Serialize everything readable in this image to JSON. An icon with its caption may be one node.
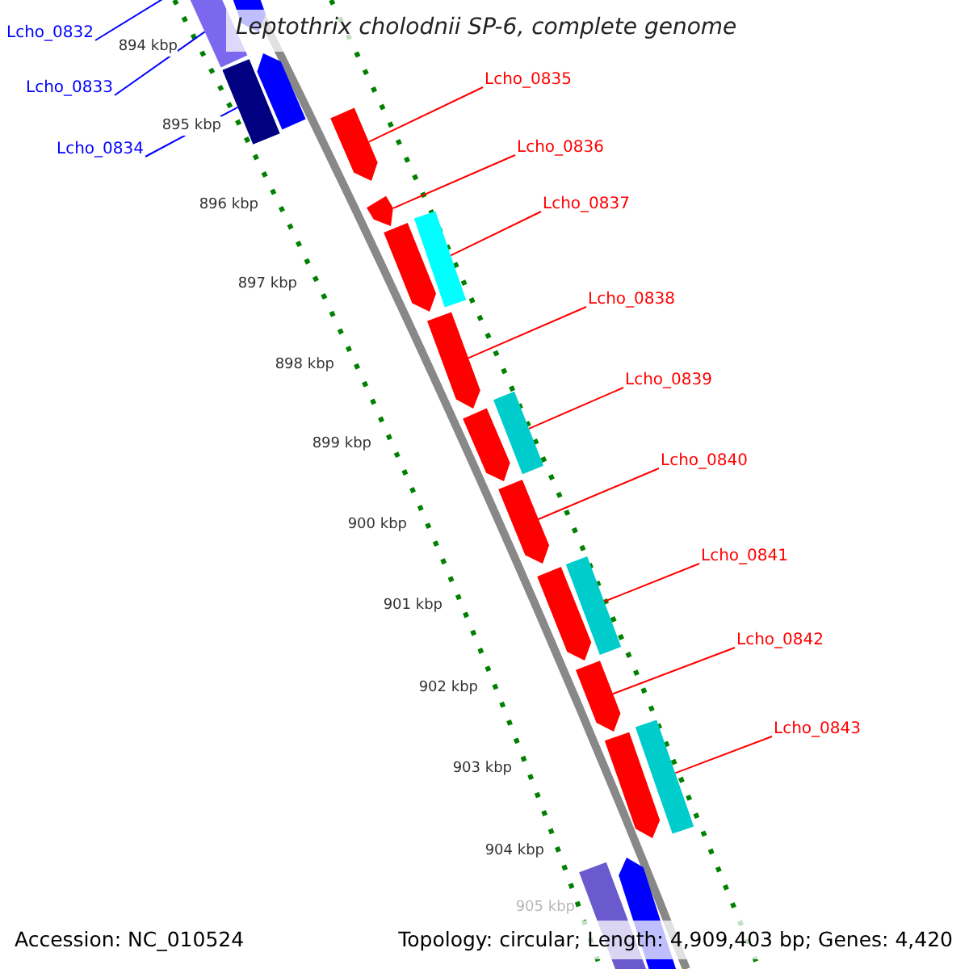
{
  "diagram": {
    "title": "Leptothrix cholodnii SP-6, complete genome",
    "nodes": [
      {
        "text": [
          "Lcho_0832"
        ]
      },
      {
        "text": [
          "Lcho_0833"
        ]
      },
      {
        "text": [
          "Lcho_0834"
        ]
      },
      {
        "text": [
          "Lcho_0835"
        ]
      },
      {
        "text": [
          "Lcho_0836"
        ]
      },
      {
        "text": [
          "Lcho_0837"
        ]
      },
      {
        "text": [
          "Lcho_0838"
        ]
      },
      {
        "text": [
          "Lcho_0839"
        ]
      },
      {
        "text": [
          "Lcho_0840"
        ]
      },
      {
        "text": [
          "Lcho_0841"
        ]
      },
      {
        "text": [
          "Lcho_0842"
        ]
      },
      {
        "text": [
          "Lcho_0843"
        ]
      },
      {
        "text": [],
        "shape": "arrow"
      },
      {
        "text": [],
        "shape": "arrow"
      },
      {
        "text": [],
        "shape": "arrow"
      },
      {
        "text": [],
        "shape": "arrow"
      },
      {
        "text": [],
        "shape": "box"
      },
      {
        "text": [],
        "shape": "arrow"
      },
      {
        "text": [],
        "shape": "box"
      },
      {
        "text": [],
        "shape": "arrow"
      },
      {
        "text": [],
        "shape": "box"
      },
      {
        "text": [],
        "shape": "arrow"
      },
      {
        "text": [],
        "shape": "box"
      }
    ],
    "edges": [
      {
        "from": 0,
        "to": null,
        "arrow": "none",
        "color": "#0000ff"
      },
      {
        "from": 1,
        "to": 12,
        "arrow": "none",
        "color": "#0000ff"
      },
      {
        "from": 2,
        "to": 13,
        "arrow": "none",
        "color": "#0000ff"
      },
      {
        "from": 3,
        "to": 14,
        "arrow": "none"
      },
      {
        "from": 4,
        "to": 15,
        "arrow": "none"
      },
      {
        "from": 5,
        "to": 16,
        "arrow": "none"
      },
      {
        "from": 6,
        "to": 17,
        "arrow": "none"
      },
      {
        "from": 7,
        "to": 18,
        "arrow": "none"
      },
      {
        "from": 8,
        "to": 19,
        "arrow": "none"
      },
      {
        "from": 9,
        "to": 20,
        "arrow": "none"
      },
      {
        "from": 10,
        "to": 21,
        "arrow": "none"
      },
      {
        "from": 11,
        "to": 22,
        "arrow": "none"
      }
    ],
    "labels": [
      "894 kbp",
      "895 kbp",
      "896 kbp",
      "897 kbp",
      "898 kbp",
      "899 kbp",
      "900 kbp",
      "901 kbp",
      "902 kbp",
      "903 kbp",
      "904 kbp",
      "905 kbp",
      "Accession: NC_010524",
      "Topology: circular; Length: 4,909,403 bp; Genes: 4,420"
    ]
  }
}
